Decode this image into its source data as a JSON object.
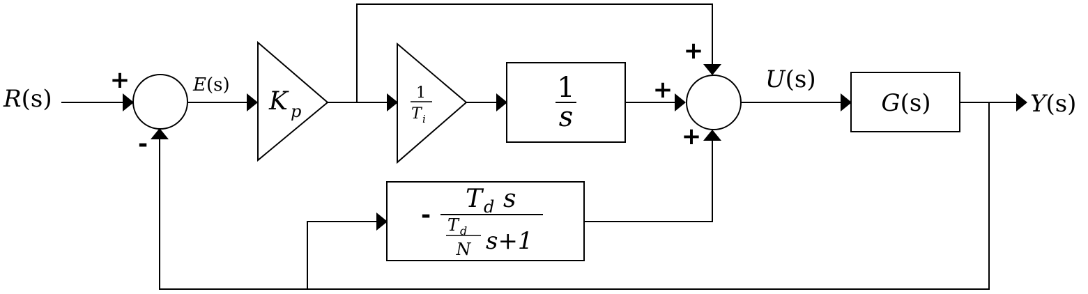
{
  "signals": {
    "input": {
      "name": "R",
      "arg": "(s)"
    },
    "error": {
      "name": "E",
      "arg": "(s)"
    },
    "control": {
      "name": "U",
      "arg": "(s)"
    },
    "output": {
      "name": "Y",
      "arg": "(s)"
    }
  },
  "blocks": {
    "proportional_gain": {
      "symbol": "K",
      "subscript": "p"
    },
    "integral_gain": {
      "numerator": "1",
      "denominator": "T",
      "denominator_subscript": "i"
    },
    "integrator": {
      "numerator": "1",
      "denominator": "s"
    },
    "plant": {
      "name": "G",
      "arg": "(s)"
    },
    "derivative": {
      "sign": "-",
      "num_symbol": "T",
      "num_subscript": "d",
      "num_var": "s",
      "den_inner_num": "T",
      "den_inner_sub": "d",
      "den_inner_den": "N",
      "den_rest": "s+1"
    }
  },
  "junction_signs": {
    "error_sum_in": "+",
    "error_sum_feedback": "-",
    "control_sum_top": "+",
    "control_sum_left": "+",
    "control_sum_bottom": "+"
  }
}
